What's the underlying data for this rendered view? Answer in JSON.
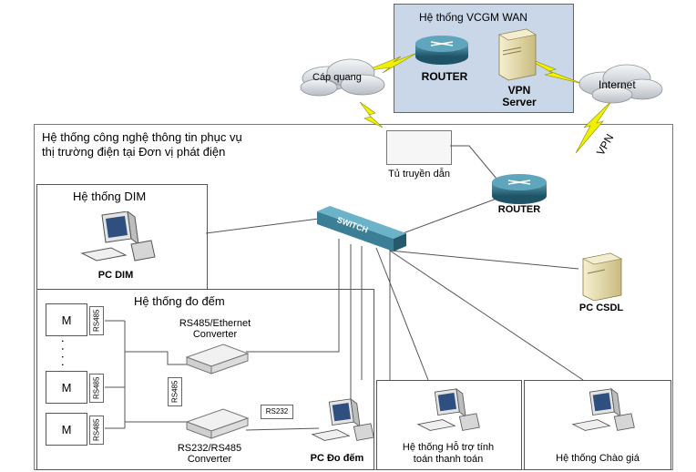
{
  "wan": {
    "title": "Hệ thống  VCGM WAN",
    "router_label": "ROUTER",
    "vpn_label_1": "VPN",
    "vpn_label_2": "Server"
  },
  "clouds": {
    "fiber": "Cáp quang",
    "internet": "Internet"
  },
  "plant": {
    "title_line1": "Hệ thống công nghệ thông tin phục vụ",
    "title_line2": "thị trường điện tại Đơn vị phát điện"
  },
  "transmission_cabinet": "Tủ truyền dẫn",
  "vpn_link": "VPN",
  "router_label": "ROUTER",
  "switch_label": "SWITCH",
  "dim": {
    "title": "Hệ thống DIM",
    "pc_label": "PC DIM"
  },
  "csdl": {
    "pc_label": "PC CSDL"
  },
  "metering": {
    "title": "Hệ thống đo đếm",
    "meter_label": "M",
    "rs485_tag": "RS485",
    "rs485_side": "RS485",
    "rs232_tag": "RS232",
    "conv1_line1": "RS485/Ethernet",
    "conv1_line2": "Converter",
    "conv2_line1": "RS232/RS485",
    "conv2_line2": "Converter",
    "pc_label": "PC Đo đếm"
  },
  "support": {
    "line1": "Hệ thống Hỗ trợ tính",
    "line2": "toán thanh toán"
  },
  "bidding": {
    "title": "Hệ thống Chào giá"
  },
  "colors": {
    "wan_bg": "#c7d6e8",
    "router": "#2e6f86",
    "lightning": "#e8e800",
    "server": "#e9dfb0"
  }
}
